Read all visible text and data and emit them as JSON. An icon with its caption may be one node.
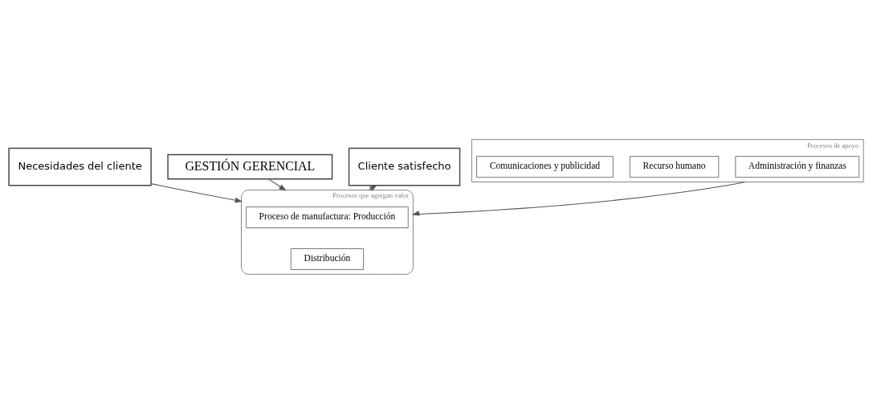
{
  "diagram": {
    "nodes": [
      {
        "text": [
          "Necesidades del cliente"
        ]
      },
      {
        "text": [
          "GESTIÓN GERENCIAL"
        ]
      },
      {
        "text": [
          "Procesos que agregan valor"
        ]
      },
      {
        "text": [
          "Proceso de manufactura: Producción"
        ],
        "in": 2
      },
      {
        "text": [
          "Distribución"
        ],
        "in": 2
      },
      {
        "text": [
          "Cliente satisfecho"
        ]
      },
      {
        "text": [
          "Procesos de apoyo"
        ]
      },
      {
        "text": [
          "Administración y finanzas"
        ],
        "in": 6
      },
      {
        "text": [
          "Recurso humano"
        ],
        "in": 6
      },
      {
        "text": [
          "Comunicaciones y publicidad"
        ],
        "in": 6
      }
    ],
    "edges": [
      {
        "from": 0,
        "to": 2,
        "arrow": "to"
      },
      {
        "from": 1,
        "to": 2,
        "arrow": "to"
      },
      {
        "from": 2,
        "to": 5,
        "arrow": "to"
      },
      {
        "from": 6,
        "to": 2,
        "arrow": "to"
      }
    ]
  }
}
